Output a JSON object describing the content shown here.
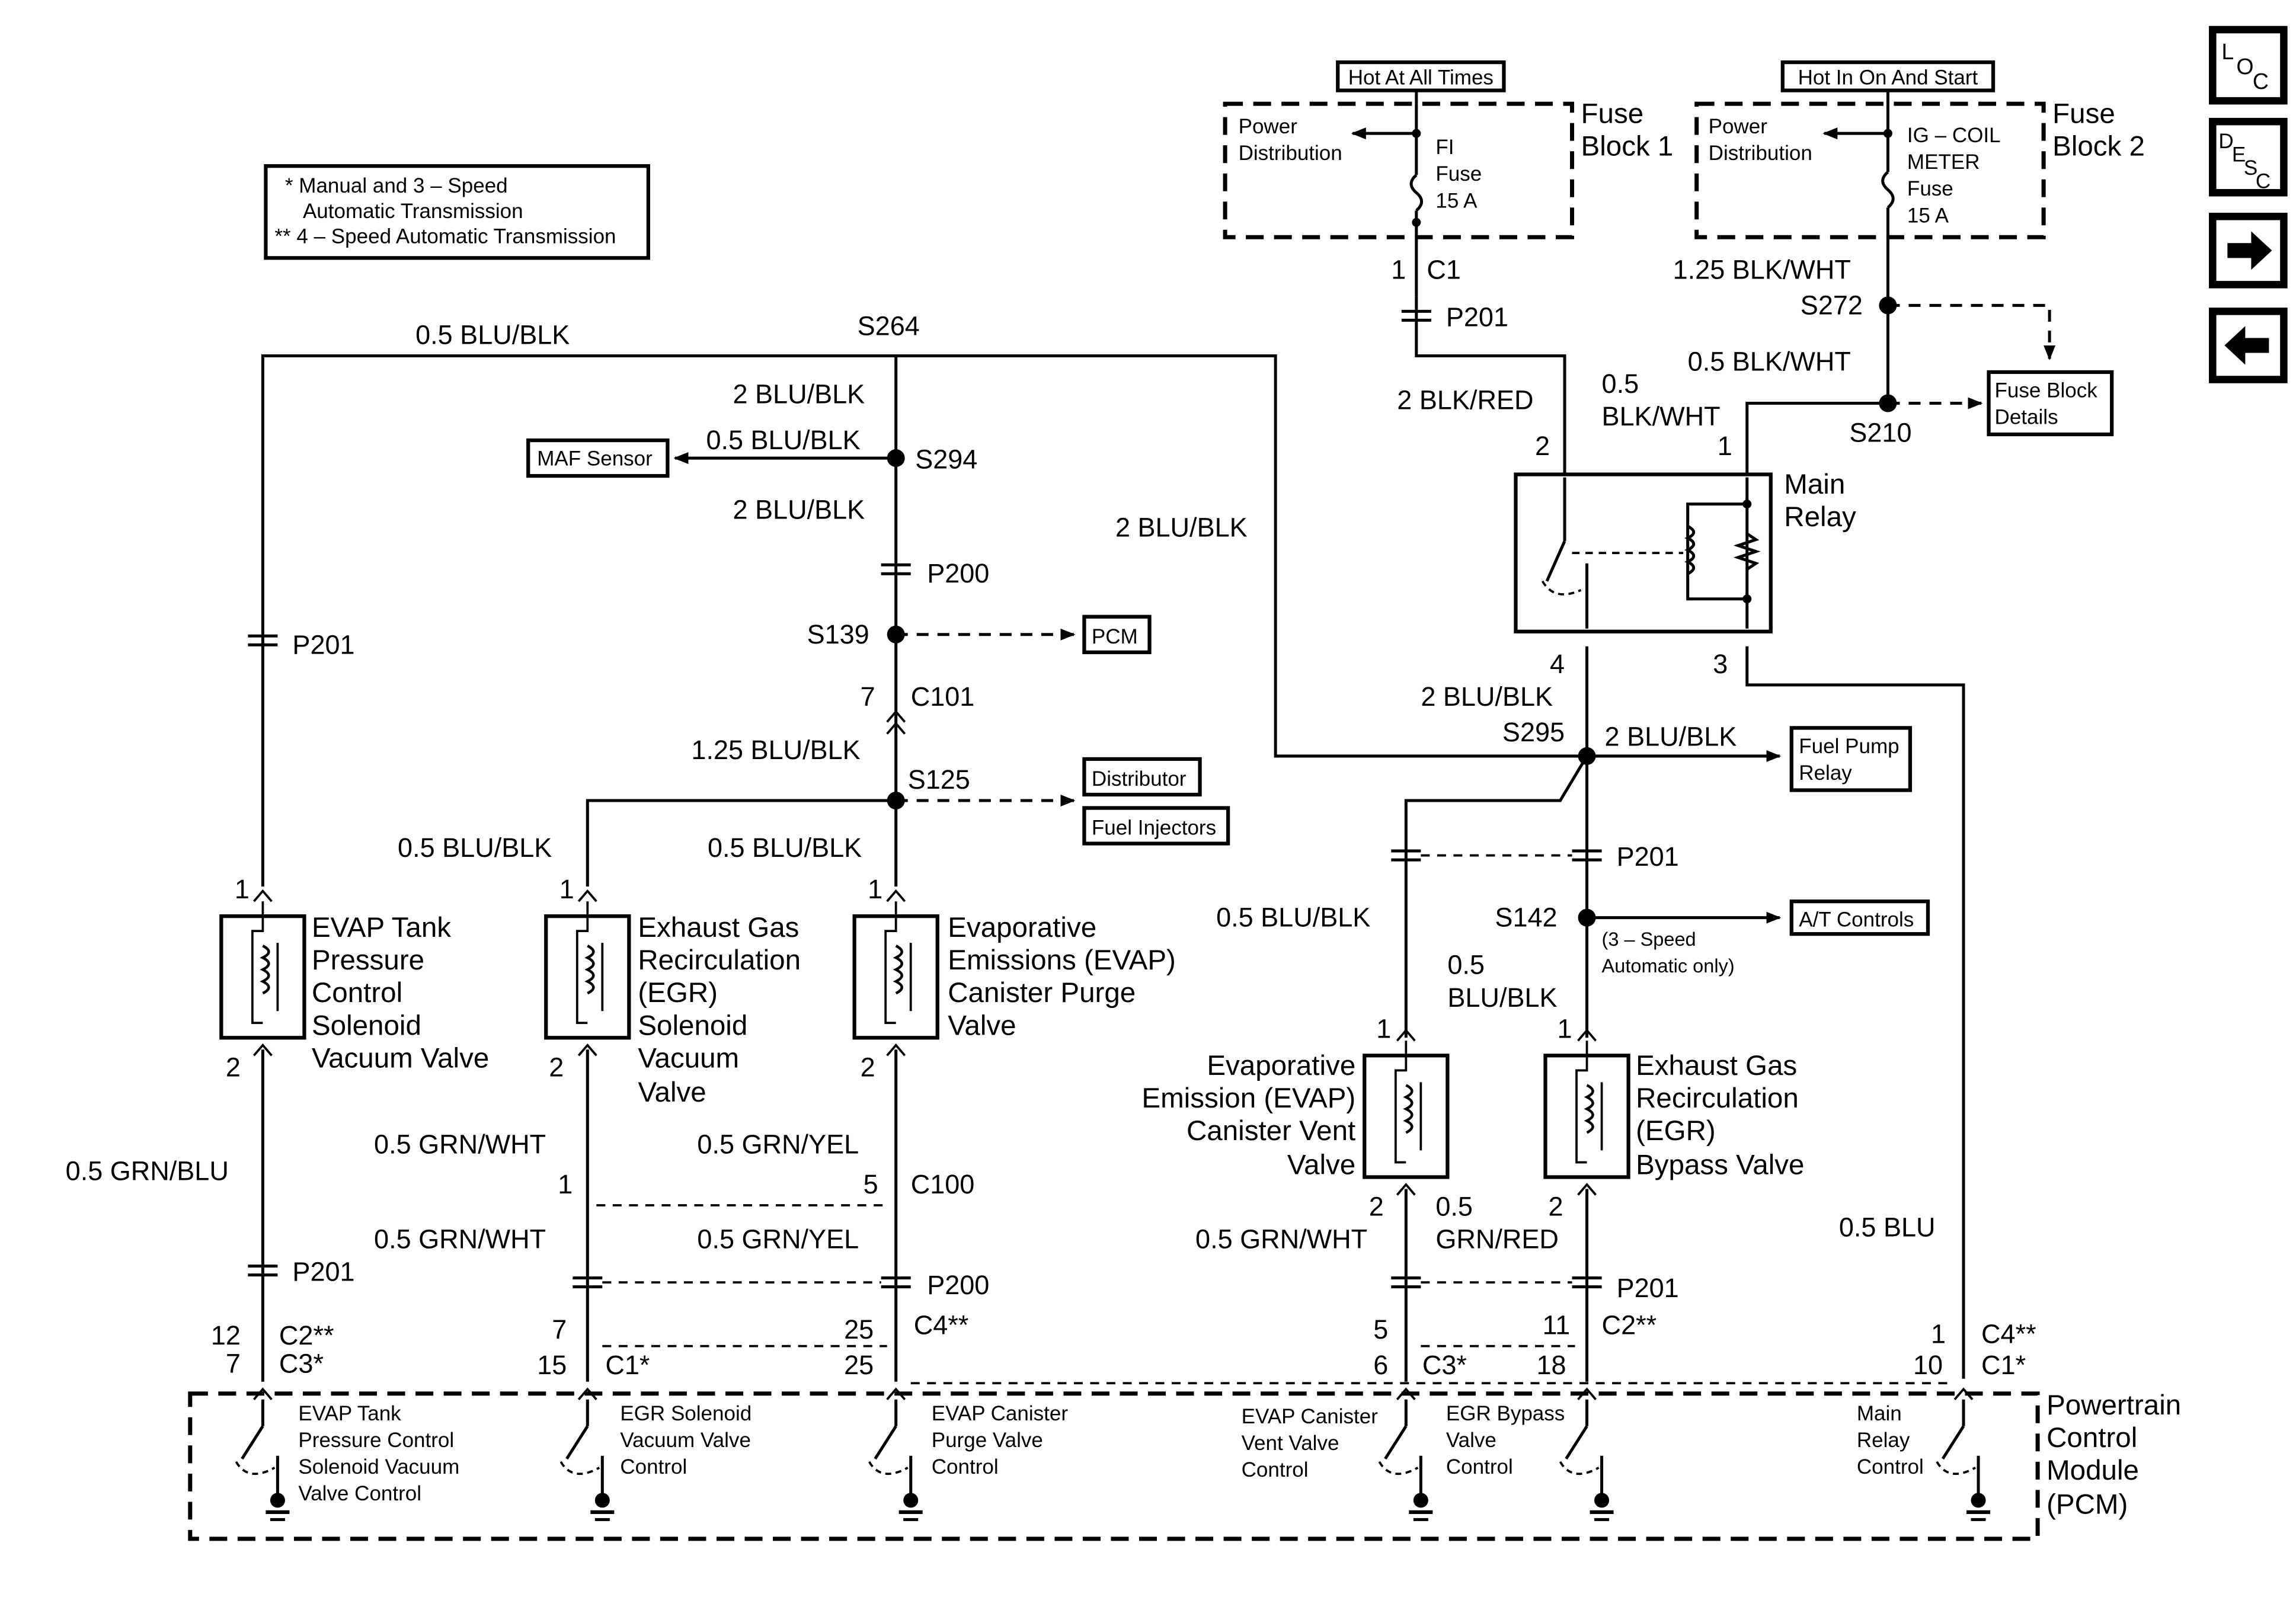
{
  "legend": {
    "line1": "* Manual and 3 – Speed",
    "line2": "Automatic Transmission",
    "line3": "** 4 – Speed Automatic Transmission"
  },
  "nav": {
    "loc": "LOC",
    "desc": "DESC"
  },
  "power": {
    "hot_all_times": "Hot At All Times",
    "hot_on_start": "Hot In On And Start",
    "fb1_title1": "Fuse",
    "fb1_title2": "Block 1",
    "fb2_title1": "Fuse",
    "fb2_title2": "Block 2",
    "pd1a": "Power",
    "pd1b": "Distribution",
    "pd2a": "Power",
    "pd2b": "Distribution",
    "fi1": "FI",
    "fi2": "Fuse",
    "fi3": "15 A",
    "ig1": "IG – COIL",
    "ig2": "METER",
    "ig3": "Fuse",
    "ig4": "15 A"
  },
  "labels": {
    "pin1_c1": "1",
    "c1": "C1",
    "p201_top": "P201",
    "blk_red": "2 BLK/RED",
    "blk_wht_125": "1.25 BLK/WHT",
    "s272": "S272",
    "blk_wht_05": "0.5 BLK/WHT",
    "blk_wht_05b1": "0.5",
    "blk_wht_05b2": "BLK/WHT",
    "s210": "S210",
    "fbd1": "Fuse Block",
    "fbd2": "Details",
    "mr_pin2": "2",
    "mr_pin1": "1",
    "mr_pin4": "4",
    "mr_pin3": "3",
    "mr1": "Main",
    "mr2": "Relay",
    "blu_blk_05_top": "0.5 BLU/BLK",
    "s264": "S264",
    "blu_blk_2a": "2 BLU/BLK",
    "blu_blk_05_maf": "0.5 BLU/BLK",
    "s294": "S294",
    "maf": "MAF Sensor",
    "blu_blk_2b": "2 BLU/BLK",
    "p200": "P200",
    "s139": "S139",
    "pcm": "PCM",
    "pin7": "7",
    "c101": "C101",
    "blu_blk_125": "1.25 BLU/BLK",
    "s125": "S125",
    "distributor": "Distributor",
    "injectors": "Fuel Injectors",
    "blu_blk_05_egr": "0.5 BLU/BLK",
    "blu_blk_05_evp": "0.5 BLU/BLK",
    "blu_blk_2_long": "2 BLU/BLK",
    "p201_left": "P201",
    "blu_blk_2_s295": "2 BLU/BLK",
    "s295": "S295",
    "blu_blk_2_fp": "2 BLU/BLK",
    "fp1": "Fuel Pump",
    "fp2": "Relay",
    "p201_mid": "P201",
    "s142": "S142",
    "at": "A/T Controls",
    "at_n1": "(3 – Speed",
    "at_n2": "Automatic only)",
    "blu_blk_05_vent": "0.5 BLU/BLK",
    "blu_blk_05_bp1": "0.5",
    "blu_blk_05_bp2": "BLU/BLK",
    "p1": "1",
    "p2": "2",
    "p1b": "1",
    "p2b": "2",
    "p1c": "1",
    "p2c": "2",
    "p1d": "1",
    "p2d": "2",
    "p1e": "1",
    "p2e": "2",
    "evap_tank": [
      "EVAP Tank",
      "Pressure",
      "Control",
      "Solenoid",
      "Vacuum Valve"
    ],
    "egr_sol": [
      "Exhaust Gas",
      "Recirculation",
      "(EGR)",
      "Solenoid",
      "Vacuum",
      "Valve"
    ],
    "evap_purge": [
      "Evaporative",
      "Emissions (EVAP)",
      "Canister Purge",
      "Valve"
    ],
    "evap_vent": [
      "Evaporative",
      "Emission (EVAP)",
      "Canister Vent",
      "Valve"
    ],
    "egr_bypass": [
      "Exhaust Gas",
      "Recirculation",
      "(EGR)",
      "Bypass Valve"
    ],
    "grn_blu": "0.5 GRN/BLU",
    "grn_wht_a": "0.5 GRN/WHT",
    "grn_yel_a": "0.5 GRN/YEL",
    "c100_1": "1",
    "c100_5": "5",
    "c100": "C100",
    "grn_wht_b": "0.5 GRN/WHT",
    "grn_yel_b": "0.5 GRN/YEL",
    "p201_bl": "P201",
    "p200_b": "P200",
    "grn_wht_c": "0.5 GRN/WHT",
    "grn_red1": "0.5",
    "grn_red2": "GRN/RED",
    "p201_br": "P201",
    "blu_05": "0.5 BLU",
    "a12": "12",
    "a7": "7",
    "ac2": "C2**",
    "ac3": "C3*",
    "b7": "7",
    "b15": "15",
    "bc1": "C1*",
    "c25": "25",
    "c25b": "25",
    "cc4": "C4**",
    "d5": "5",
    "d6": "6",
    "dc3": "C3*",
    "e11": "11",
    "e18": "18",
    "ec2": "C2**",
    "f1": "1",
    "f10": "10",
    "fc4": "C4**",
    "fc1": "C1*"
  },
  "pcm_box": {
    "title": [
      "Powertrain",
      "Control",
      "Module",
      "(PCM)"
    ],
    "tank_ctl": [
      "EVAP Tank",
      "Pressure Control",
      "Solenoid Vacuum",
      "Valve Control"
    ],
    "egr_ctl": [
      "EGR Solenoid",
      "Vacuum Valve",
      "Control"
    ],
    "purge_ctl": [
      "EVAP Canister",
      "Purge Valve",
      "Control"
    ],
    "vent_ctl": [
      "EVAP Canister",
      "Vent Valve",
      "Control"
    ],
    "bypass_ctl": [
      "EGR Bypass",
      "Valve",
      "Control"
    ],
    "relay_ctl": [
      "Main",
      "Relay",
      "Control"
    ]
  }
}
